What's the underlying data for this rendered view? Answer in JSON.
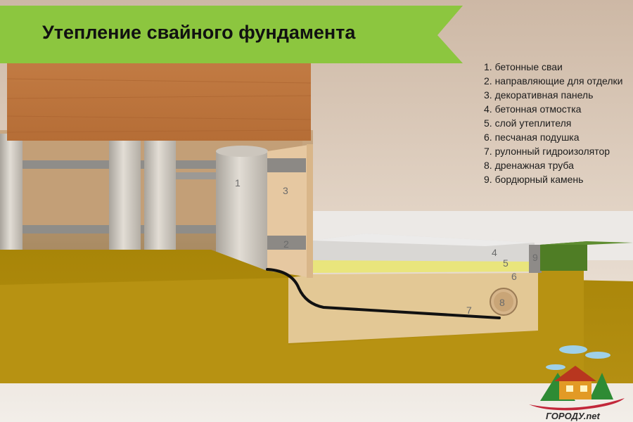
{
  "title": "Утепление свайного фундамента",
  "legend": [
    "1. бетонные сваи",
    "2. направляющие для отделки",
    "3. декоративная панель",
    "4. бетонная отмостка",
    "5. слой утеплителя",
    "6. песчаная подушка",
    "7. рулонный гидроизолятор",
    "8. дренажная труба",
    "9. бордюрный камень"
  ],
  "callouts": {
    "n1": "1",
    "n2": "2",
    "n3": "3",
    "n4": "4",
    "n5": "5",
    "n6": "6",
    "n7": "7",
    "n8": "8",
    "n9": "9"
  },
  "logo": {
    "text": "ГОРОДУ.net"
  },
  "colors": {
    "banner": "#8cc63f",
    "soil": "#b58f0f",
    "wood": "#b8703a",
    "pile": "#d6d1c8",
    "sand": "#e1c48b",
    "insulation": "#e8e47a",
    "grass": "#4f7d25",
    "background": "#d8c6b5"
  }
}
